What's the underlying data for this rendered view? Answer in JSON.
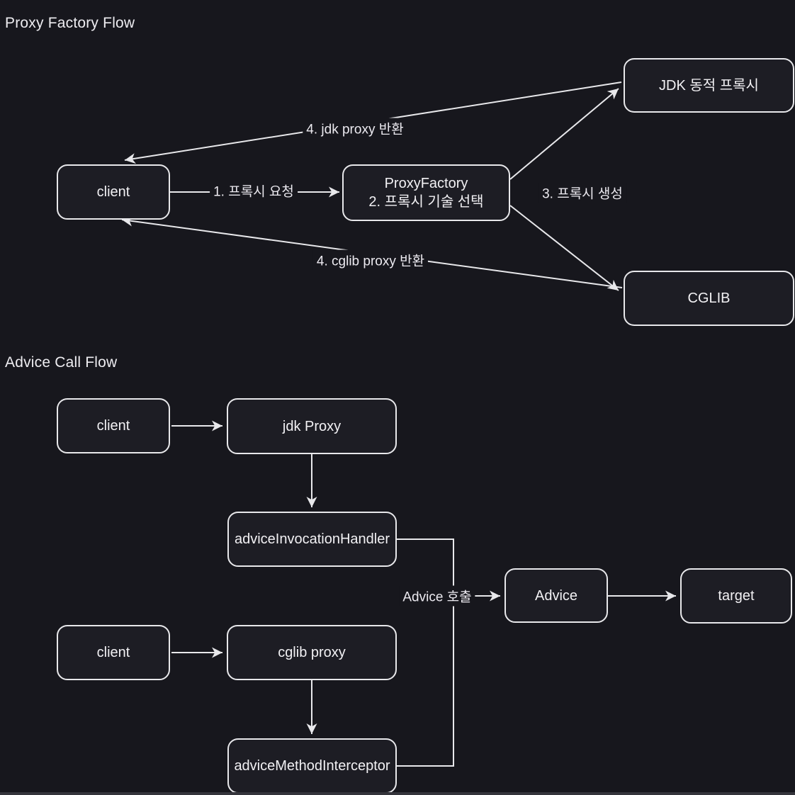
{
  "colors": {
    "background": "#17171d",
    "node_fill": "#1d1d24",
    "stroke": "#e8e8eb",
    "text": "#f2f1f4",
    "bottom_edge": "#34343b"
  },
  "sections": {
    "proxy_factory": {
      "title": "Proxy Factory Flow"
    },
    "advice_call": {
      "title": "Advice Call Flow"
    }
  },
  "nodes": {
    "client1": "client",
    "proxy_factory": {
      "line1": "ProxyFactory",
      "line2": "2. 프록시 기술 선택"
    },
    "jdk_dynamic_proxy": "JDK 동적 프록시",
    "cglib": "CGLIB",
    "client2": "client",
    "jdk_proxy": "jdk Proxy",
    "advice_invocation_handler": "adviceInvocationHandler",
    "client3": "client",
    "cglib_proxy": "cglib proxy",
    "advice_method_interceptor": "adviceMethodInterceptor",
    "advice": "Advice",
    "target": "target"
  },
  "edge_labels": {
    "request": "1. 프록시 요청",
    "jdk_return": "4. jdk proxy 반환",
    "create": "3. 프록시 생성",
    "cglib_return": "4. cglib proxy 반환",
    "advice_call": "Advice 호출"
  },
  "edges": [
    {
      "from": "client1",
      "to": "proxy_factory",
      "label": "1. 프록시 요청"
    },
    {
      "from": "proxy_factory",
      "to": "jdk_dynamic_proxy",
      "label": "3. 프록시 생성"
    },
    {
      "from": "proxy_factory",
      "to": "cglib",
      "label": "3. 프록시 생성"
    },
    {
      "from": "jdk_dynamic_proxy",
      "to": "client1",
      "label": "4. jdk proxy 반환"
    },
    {
      "from": "cglib",
      "to": "client1",
      "label": "4. cglib proxy 반환"
    },
    {
      "from": "client2",
      "to": "jdk_proxy",
      "label": ""
    },
    {
      "from": "jdk_proxy",
      "to": "advice_invocation_handler",
      "label": ""
    },
    {
      "from": "client3",
      "to": "cglib_proxy",
      "label": ""
    },
    {
      "from": "cglib_proxy",
      "to": "advice_method_interceptor",
      "label": ""
    },
    {
      "from": "advice_invocation_handler",
      "to": "advice",
      "label": "Advice 호출"
    },
    {
      "from": "advice_method_interceptor",
      "to": "advice",
      "label": "Advice 호출"
    },
    {
      "from": "advice",
      "to": "target",
      "label": ""
    }
  ]
}
